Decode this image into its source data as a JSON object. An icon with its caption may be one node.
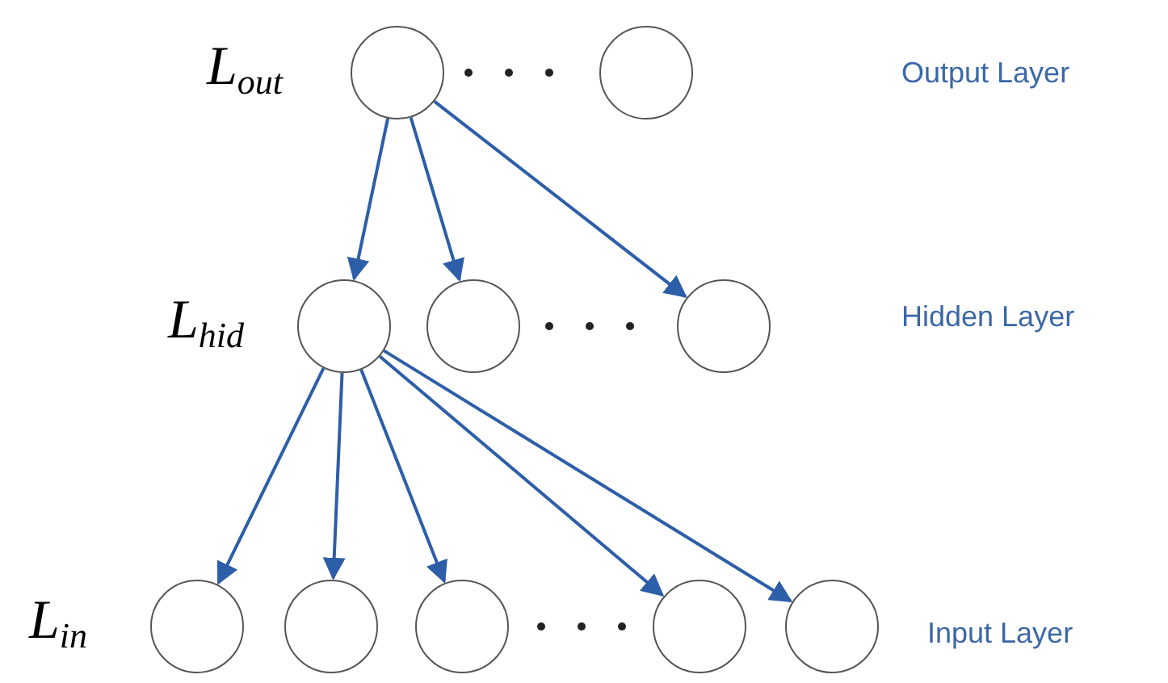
{
  "diagram": {
    "nodes": [
      {
        "text": [],
        "shape": "circle"
      },
      {
        "text": [],
        "shape": "circle"
      },
      {
        "text": [],
        "shape": "circle"
      },
      {
        "text": [],
        "shape": "circle"
      },
      {
        "text": [],
        "shape": "circle"
      },
      {
        "text": [],
        "shape": "circle"
      },
      {
        "text": [],
        "shape": "circle"
      },
      {
        "text": [],
        "shape": "circle"
      },
      {
        "text": [],
        "shape": "circle"
      },
      {
        "text": [],
        "shape": "circle"
      }
    ],
    "edges": [
      {
        "from": 0,
        "to": 2,
        "arrow": "to"
      },
      {
        "from": 0,
        "to": 3,
        "arrow": "to"
      },
      {
        "from": 0,
        "to": 4,
        "arrow": "to"
      },
      {
        "from": 2,
        "to": 5,
        "arrow": "to"
      },
      {
        "from": 2,
        "to": 6,
        "arrow": "to"
      },
      {
        "from": 2,
        "to": 7,
        "arrow": "to"
      },
      {
        "from": 2,
        "to": 8,
        "arrow": "to"
      },
      {
        "from": 2,
        "to": 9,
        "arrow": "to"
      }
    ],
    "labels": [
      "L$_{out}$",
      "Output Layer",
      "L$_{hid}$",
      "Hidden Layer",
      "L$_{in}$",
      "Input Layer"
    ]
  }
}
